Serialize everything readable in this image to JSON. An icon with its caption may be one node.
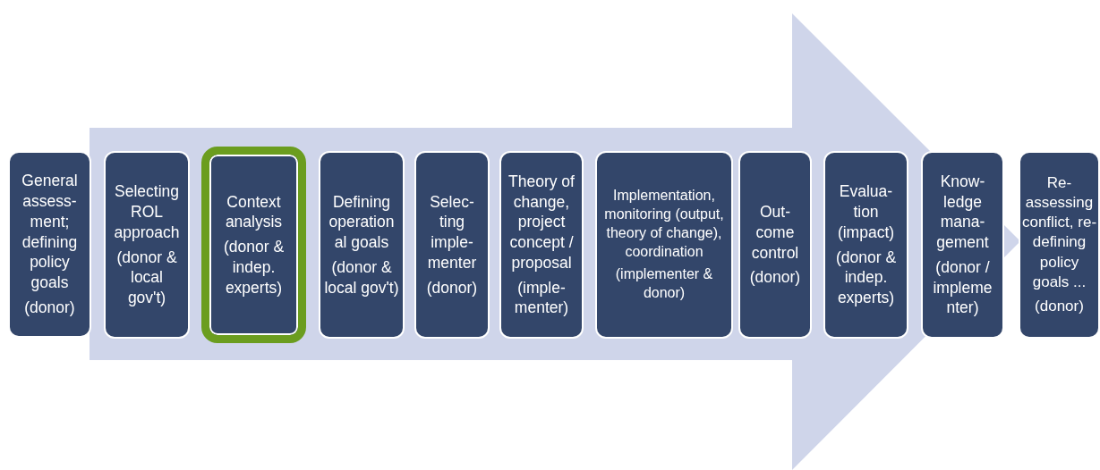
{
  "diagram": {
    "nodes": [
      {
        "text": [
          "General assess- ment; defining policy goals",
          "(donor)"
        ]
      },
      {
        "text": [
          "Selecting ROL approach",
          "(donor & local gov't)"
        ]
      },
      {
        "text": [
          "Context analysis",
          "(donor & indep. experts)"
        ]
      },
      {
        "text": [
          "Defining operation al goals",
          "(donor & local gov't)"
        ]
      },
      {
        "text": [
          "Selec- ting imple- menter",
          "(donor)"
        ]
      },
      {
        "text": [
          "Theory of change, project concept / proposal",
          "(imple- menter)"
        ]
      },
      {
        "text": [
          "Implementation, monitoring (output, theory of change), coordination",
          "(implementer & donor)"
        ]
      },
      {
        "text": [
          "Out- come control",
          "(donor)"
        ]
      },
      {
        "text": [
          "Evalua- tion (impact)",
          "(donor & indep. experts)"
        ]
      },
      {
        "text": [
          "Know- ledge mana- gement",
          "(donor / impleme nter)"
        ]
      },
      {
        "text": [
          "Re- assessing conflict, re- defining policy goals ...",
          "(donor)"
        ]
      }
    ],
    "edges": [
      {
        "from": 0,
        "to": 10,
        "arrow": "to"
      }
    ]
  }
}
